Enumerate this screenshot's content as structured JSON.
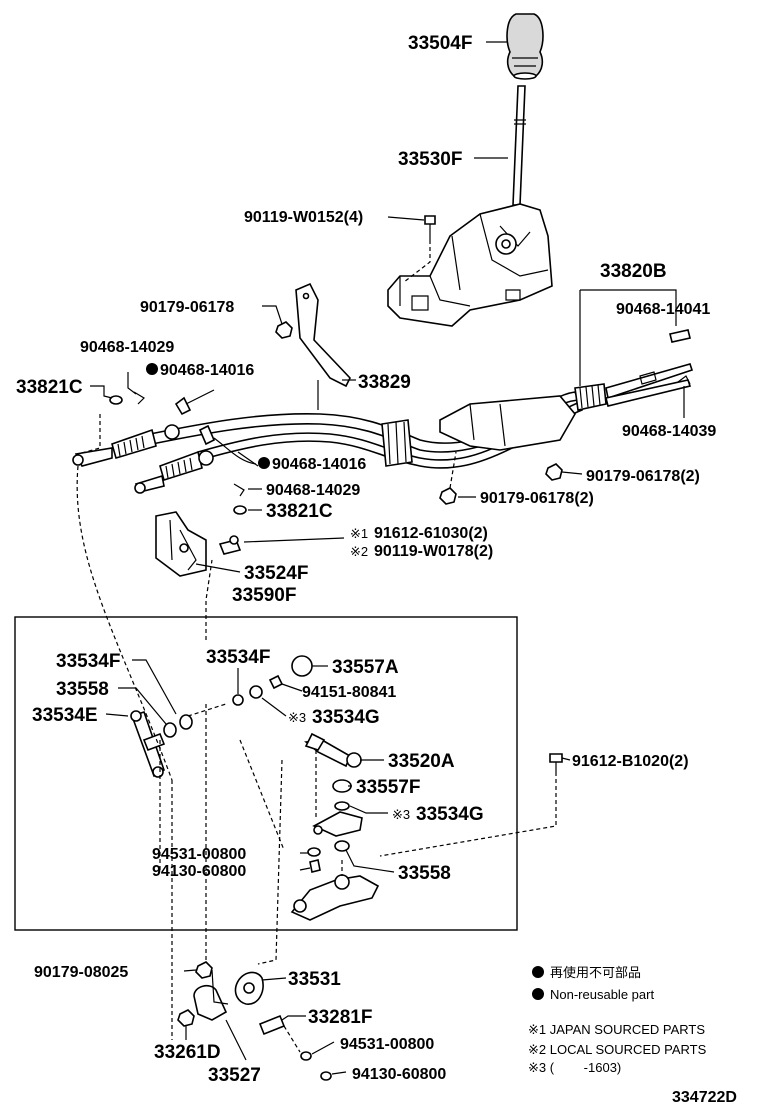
{
  "labels": {
    "knob": "33504F",
    "lever": "33530F",
    "bolt_w0152": "90119-W0152(4)",
    "cable_assy": "33820B",
    "clip_14041": "90468-14041",
    "nut_06178_top": "90179-06178",
    "clip_14029_top": "90468-14029",
    "clip_14016_top": "90468-14016",
    "washer_top": "33821C",
    "bracket_33829": "33829",
    "clip_14039": "90468-14039",
    "clip_14016_mid": "90468-14016",
    "nut_06178_2a": "90179-06178(2)",
    "clip_14029_mid": "90468-14029",
    "nut_06178_2b": "90179-06178(2)",
    "washer_mid": "33821C",
    "note1_part": "91612-61030(2)",
    "note2_part": "90119-W0178(2)",
    "note1_mark": "※1",
    "note2_mark": "※2",
    "bracket_33524": "33524F",
    "assy_33590": "33590F",
    "bush_a": "33534F",
    "bush_b": "33534F",
    "part_33558_a": "33558",
    "part_33534E": "33534E",
    "part_33557A": "33557A",
    "part_94151": "94151-80841",
    "part_33534G_a": "33534G",
    "mark3_a": "※3",
    "part_33520A": "33520A",
    "part_33557F": "33557F",
    "part_33534G_b": "33534G",
    "mark3_b": "※3",
    "part_91612_b1020": "91612-B1020(2)",
    "part_94531_a": "94531-00800",
    "part_94130_a": "94130-60800",
    "part_33558_b": "33558",
    "part_90179_08025": "90179-08025",
    "part_33531": "33531",
    "part_33281F": "33281F",
    "part_33261D": "33261D",
    "part_94531_b": "94531-00800",
    "part_33527": "33527",
    "part_94130_b": "94130-60800",
    "diagram_id": "334722D"
  },
  "legend": {
    "nonreuse_jp": "再使用不可部品",
    "nonreuse_en": "Non-reusable part",
    "note1": "※1 JAPAN SOURCED PARTS",
    "note2": "※2 LOCAL SOURCED PARTS",
    "note3": "※3 (　　 -1603)"
  }
}
